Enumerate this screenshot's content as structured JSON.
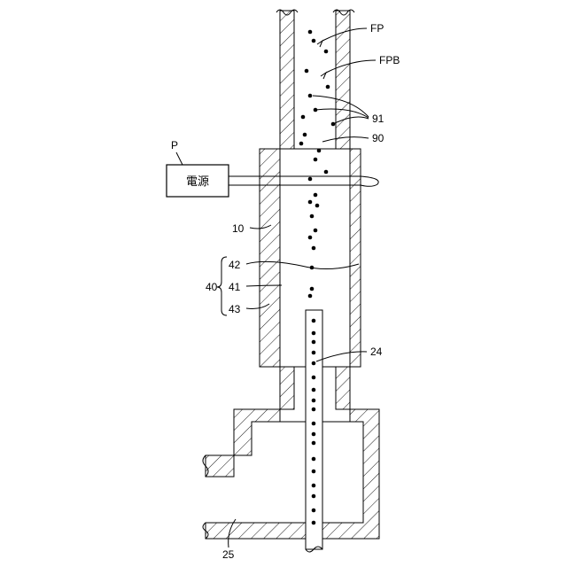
{
  "labels": {
    "fp": "FP",
    "fpb": "FPB",
    "p91": "91",
    "p90": "90",
    "p": "P",
    "power": "電源",
    "p10": "10",
    "p42": "42",
    "p40": "40",
    "p41": "41",
    "p43": "43",
    "p24": "24",
    "p25": "25"
  }
}
